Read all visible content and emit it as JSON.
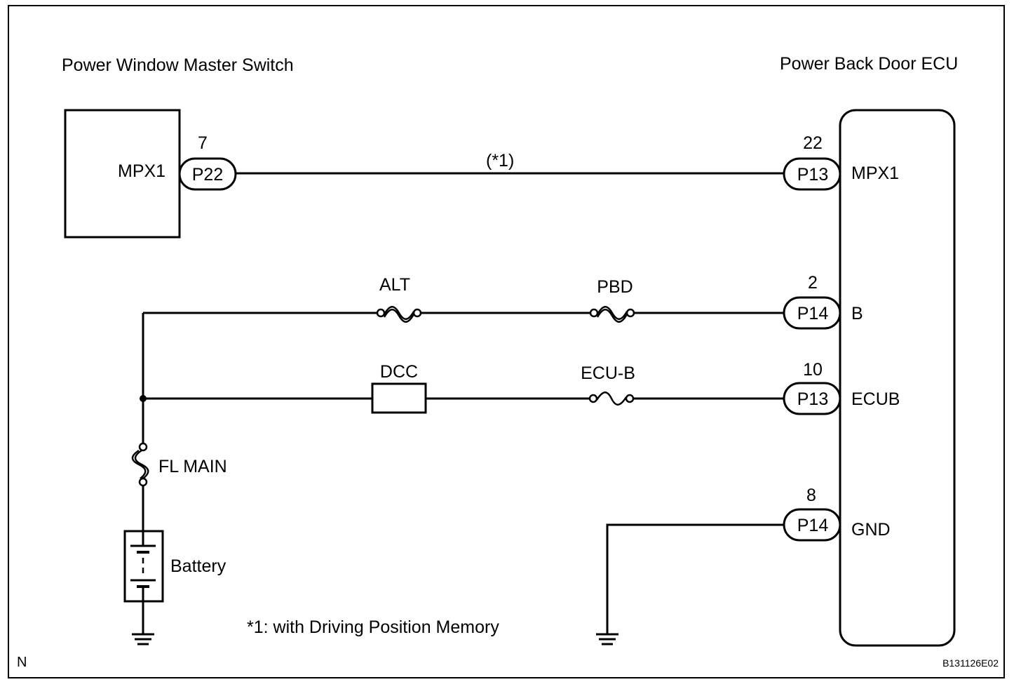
{
  "components": {
    "master_switch": {
      "title": "Power Window Master Switch",
      "pin_label": "MPX1"
    },
    "ecu": {
      "title": "Power Back Door ECU"
    }
  },
  "connectors": {
    "switch_mpx1": {
      "pin": "7",
      "connector": "P22"
    },
    "ecu_mpx1": {
      "pin": "22",
      "connector": "P13",
      "terminal": "MPX1"
    },
    "ecu_b": {
      "pin": "2",
      "connector": "P14",
      "terminal": "B"
    },
    "ecu_ecub": {
      "pin": "10",
      "connector": "P13",
      "terminal": "ECUB"
    },
    "ecu_gnd": {
      "pin": "8",
      "connector": "P14",
      "terminal": "GND"
    }
  },
  "wires": {
    "mpx_note": "(*1)"
  },
  "fuses": {
    "alt": "ALT",
    "pbd": "PBD",
    "dcc": "DCC",
    "ecu_b": "ECU-B",
    "fl_main": "FL MAIN"
  },
  "battery": {
    "label": "Battery"
  },
  "notes": {
    "footnote": "*1: with Driving Position Memory"
  },
  "corner": {
    "left": "N",
    "code": "B131126E02"
  }
}
